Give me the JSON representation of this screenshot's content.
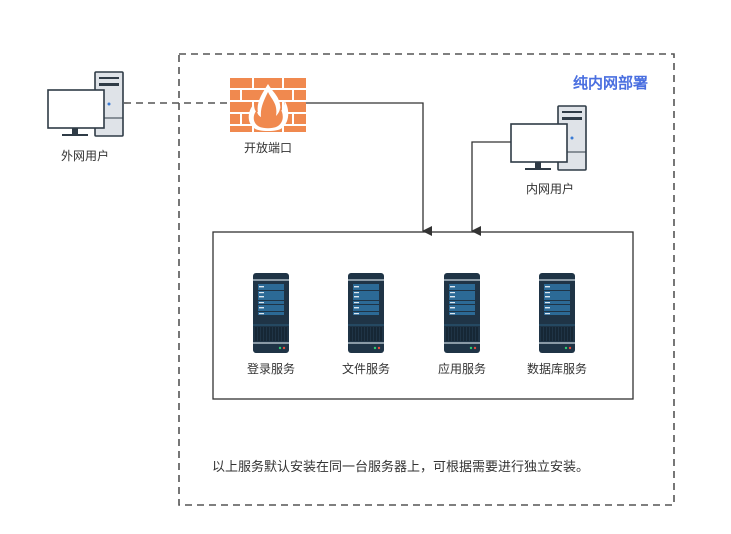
{
  "zone": {
    "title": "纯内网部署",
    "title_color": "#4a6fe0"
  },
  "external_user": {
    "label": "外网用户"
  },
  "firewall": {
    "label": "开放端口",
    "color": "#f0894f"
  },
  "internal_user": {
    "label": "内网用户"
  },
  "servers": [
    {
      "label": "登录服务"
    },
    {
      "label": "文件服务"
    },
    {
      "label": "应用服务"
    },
    {
      "label": "数据库服务"
    }
  ],
  "note": "以上服务默认安装在同一台服务器上，可根据需要进行独立安装。"
}
